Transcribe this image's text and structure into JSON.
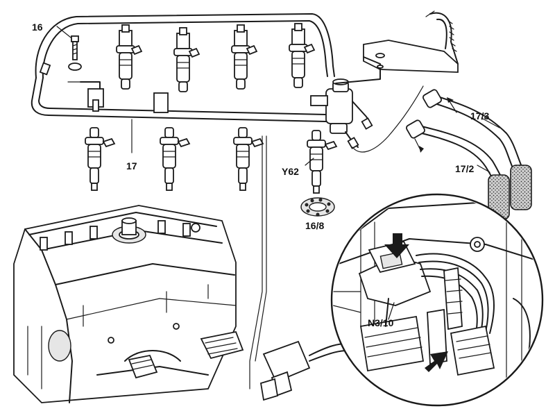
{
  "labels": {
    "bolt": "16",
    "fuel_rail": "17",
    "injector": "Y62",
    "seal_ring": "16/8",
    "line_supply": "17/3",
    "line_return": "17/2",
    "control_unit": "N3/10"
  },
  "colors": {
    "ink": "#1a1a1a",
    "paper": "#ffffff",
    "shade": "#e6e6e6"
  }
}
